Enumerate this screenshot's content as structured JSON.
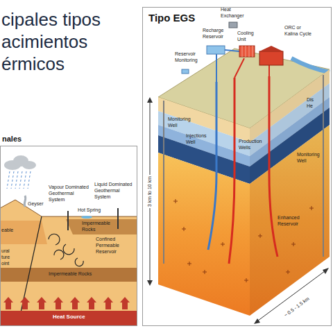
{
  "diagram": {
    "title": "cipales tipos acimientos érmicos",
    "nodes": [
      {
        "text": [
          "nales"
        ]
      },
      {
        "text": [
          "Tipo EGS"
        ]
      }
    ],
    "labels": [
      "Vapour Dominated Geothermal System",
      "Liquid Dominated Geothermal System",
      "Geyser",
      "Hot Spring",
      "Impermeable Rocks",
      "eable",
      "Confined Permeable Reservoir",
      "ural ture oint",
      "Impermeable Rocks",
      "Heat Source",
      "Heat Exchanger",
      "Recharge Reservoir",
      "Cooling Unit",
      "ORC or Kalina Cycle",
      "Reservoir Monitoring",
      "Monitoring Well",
      "Injections Well",
      "Production Wells",
      "Monitoring Well",
      "Dis He",
      "Enhanced Reservoir",
      "3 km to 10 km",
      "~ 0.5 - 1.5 km"
    ]
  }
}
